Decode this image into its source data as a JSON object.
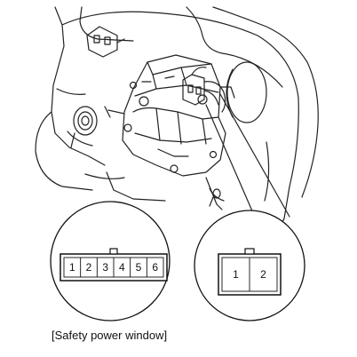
{
  "connector_6pin": {
    "pins": [
      "1",
      "2",
      "3",
      "4",
      "5",
      "6"
    ]
  },
  "connector_2pin": {
    "pins": [
      "1",
      "2"
    ]
  },
  "caption": "[Safety power window]"
}
